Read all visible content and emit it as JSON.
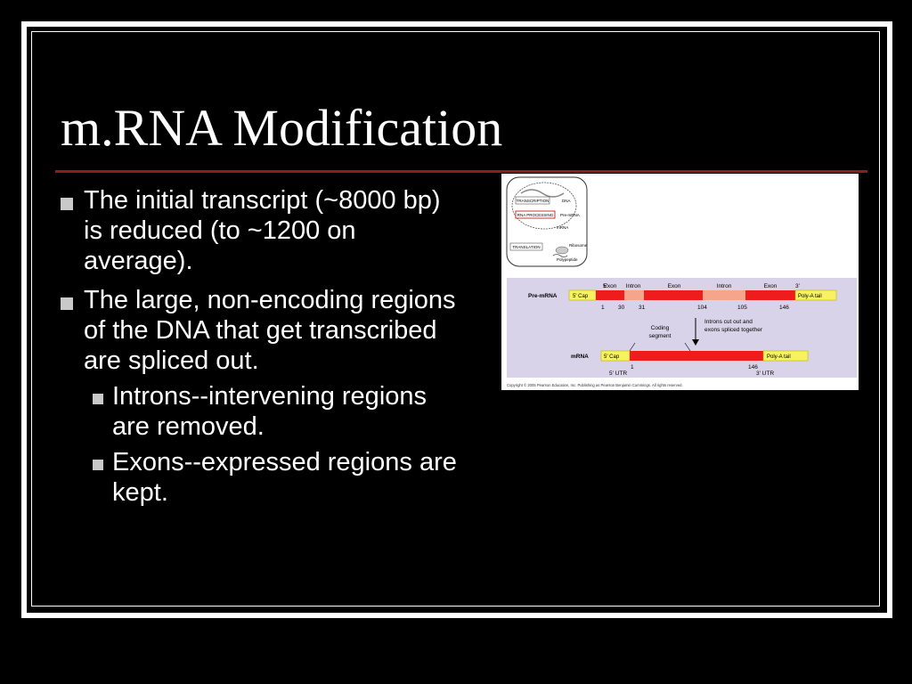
{
  "slide": {
    "title": "m.RNA Modification",
    "bullets": [
      "The initial transcript (~8000 bp) is reduced (to ~1200 on average).",
      "The large, non-encoding regions of the DNA that get transcribed are spliced out."
    ],
    "sub_bullets": [
      "Introns--intervening regions are removed.",
      "Exons--expressed regions are kept."
    ]
  },
  "figure": {
    "cell_labels": {
      "transcription": "TRANSCRIPTION",
      "dna": "DNA",
      "rna_processing": "RNA PROCESSING",
      "pre_mrna": "Pre-mRNA",
      "mrna": "mRNA",
      "translation": "TRANSLATION",
      "ribosome": "Ribosome",
      "polypeptide": "Polypeptide"
    },
    "pre_mrna": {
      "label": "Pre-mRNA",
      "five_prime": "5'",
      "three_prime": "3'",
      "segments": [
        "Exon",
        "Intron",
        "Exon",
        "Intron",
        "Exon"
      ],
      "cap": "5' Cap",
      "tail": "Poly-A tail",
      "positions": [
        "1",
        "30",
        "31",
        "104",
        "105",
        "146"
      ]
    },
    "annotations": {
      "coding_segment": [
        "Coding",
        "segment"
      ],
      "introns_cut": [
        "Introns cut out and",
        "exons spliced together"
      ]
    },
    "mrna": {
      "label": "mRNA",
      "cap": "5' Cap",
      "tail": "Poly-A tail",
      "start": "1",
      "end": "146",
      "utr5": "5' UTR",
      "utr3": "3' UTR"
    },
    "copyright": "Copyright © 2005 Pearson Education, Inc. Publishing as Pearson Benjamin Cummings. All rights reserved."
  },
  "colors": {
    "background": "#000000",
    "text": "#ffffff",
    "rule": "#8b1e1e",
    "bullet": "#c9c9c9",
    "exon": "#ee1c1c",
    "intron": "#f5a58c",
    "cap": "#f7f261",
    "panel": "#d8d3e8"
  }
}
